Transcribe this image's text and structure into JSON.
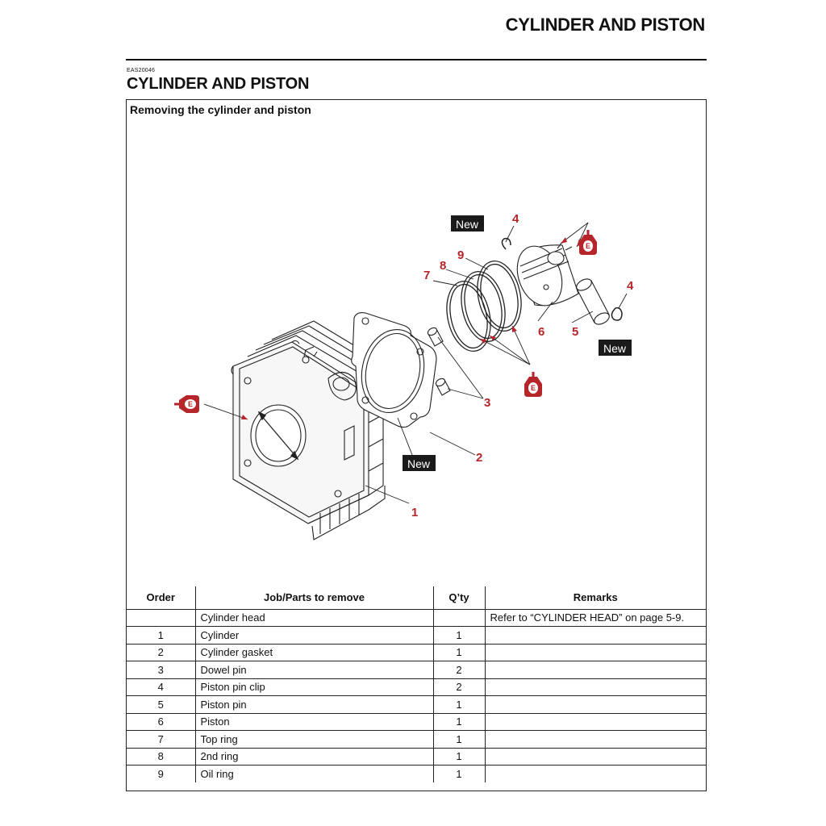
{
  "header": {
    "title": "CYLINDER AND PISTON"
  },
  "section": {
    "code": "EAS20046",
    "title": "CYLINDER AND PISTON"
  },
  "box": {
    "heading": "Removing the cylinder and piston"
  },
  "diagram": {
    "new_label": "New",
    "e_symbol": "E",
    "callouts": {
      "c1": "1",
      "c2": "2",
      "c3": "3",
      "c4a": "4",
      "c4b": "4",
      "c5": "5",
      "c6": "6",
      "c7": "7",
      "c8": "8",
      "c9": "9"
    },
    "accent_color": "#b5252a"
  },
  "table": {
    "headers": {
      "order": "Order",
      "job": "Job/Parts to remove",
      "qty": "Q’ty",
      "remarks": "Remarks"
    },
    "rows": [
      {
        "order": "",
        "job": "Cylinder head",
        "qty": "",
        "remarks": "Refer to “CYLINDER HEAD” on page 5-9."
      },
      {
        "order": "1",
        "job": "Cylinder",
        "qty": "1",
        "remarks": ""
      },
      {
        "order": "2",
        "job": "Cylinder gasket",
        "qty": "1",
        "remarks": ""
      },
      {
        "order": "3",
        "job": "Dowel pin",
        "qty": "2",
        "remarks": ""
      },
      {
        "order": "4",
        "job": "Piston pin clip",
        "qty": "2",
        "remarks": ""
      },
      {
        "order": "5",
        "job": "Piston pin",
        "qty": "1",
        "remarks": ""
      },
      {
        "order": "6",
        "job": "Piston",
        "qty": "1",
        "remarks": ""
      },
      {
        "order": "7",
        "job": "Top ring",
        "qty": "1",
        "remarks": ""
      },
      {
        "order": "8",
        "job": "2nd ring",
        "qty": "1",
        "remarks": ""
      },
      {
        "order": "9",
        "job": "Oil ring",
        "qty": "1",
        "remarks": ""
      }
    ]
  }
}
